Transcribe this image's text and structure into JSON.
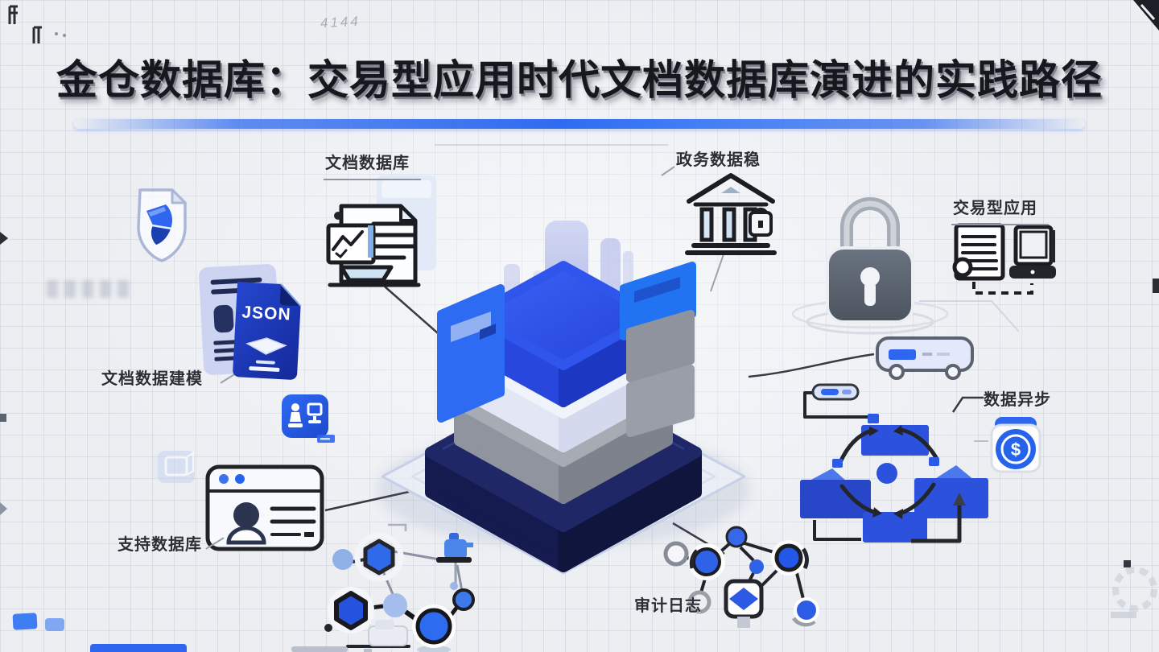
{
  "title": "金仓数据库：交易型应用时代文档数据库演进的实践路径",
  "labels": {
    "document_database": "文档数据库",
    "government_data": "政务数据稳",
    "transactional_apps": "交易型应用",
    "document_modeling": "文档数据建模",
    "data_async": "数据异步",
    "support_database": "支持数据库",
    "audit_log": "审计日志"
  },
  "badges": {
    "json_file": "JSON",
    "money_symbol": "$"
  },
  "watermark": "4144",
  "colors": {
    "accent_blue": "#2563eb",
    "bright_blue": "#2f55ec",
    "deep_blue": "#1e3ab8",
    "navy_base": "#1d2466",
    "divider_blue": "#2f6bf0",
    "slate_gray": "#59616e",
    "outline_black": "#1b1d22",
    "title_black": "#17181d"
  }
}
